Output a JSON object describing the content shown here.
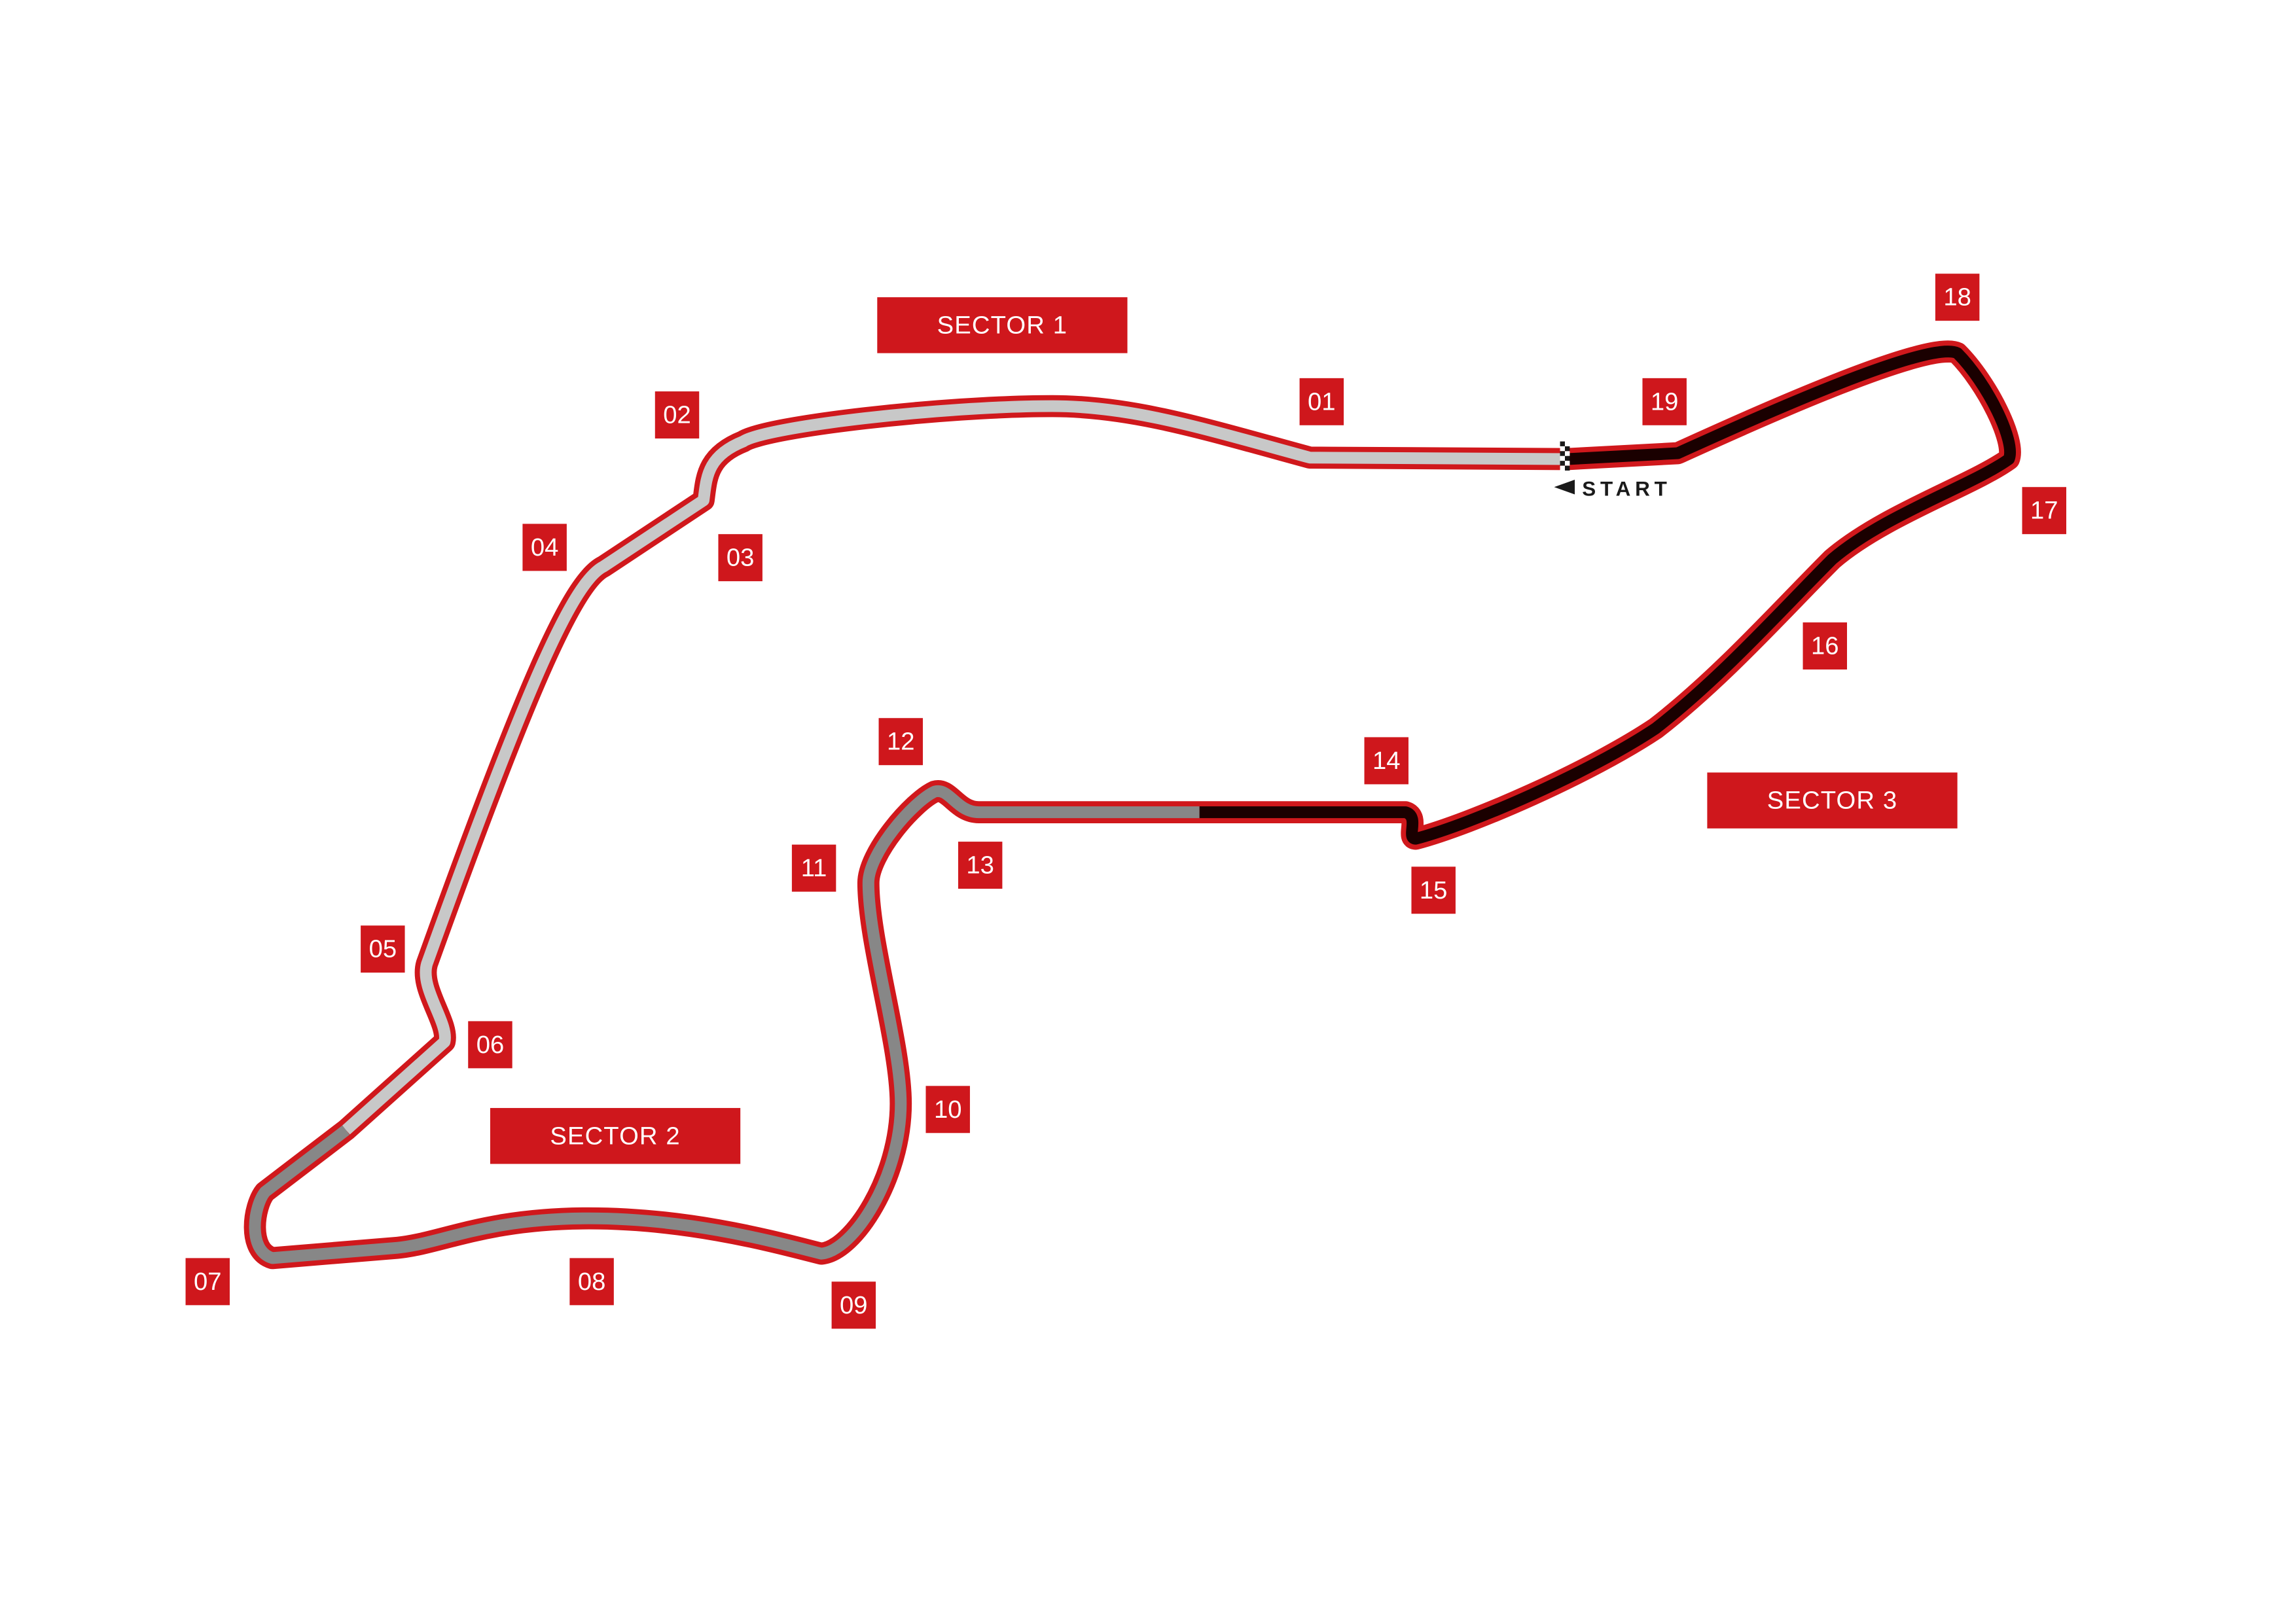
{
  "sectors": [
    {
      "label": "SECTOR 1",
      "color": "#c8c8c8"
    },
    {
      "label": "SECTOR 2",
      "color": "#878787"
    },
    {
      "label": "SECTOR 3",
      "color": "#1a0000"
    }
  ],
  "start_label": "START",
  "accent_color": "#cf171c",
  "corners": [
    "01",
    "02",
    "03",
    "04",
    "05",
    "06",
    "07",
    "08",
    "09",
    "10",
    "11",
    "12",
    "13",
    "14",
    "15",
    "16",
    "17",
    "18",
    "19"
  ]
}
